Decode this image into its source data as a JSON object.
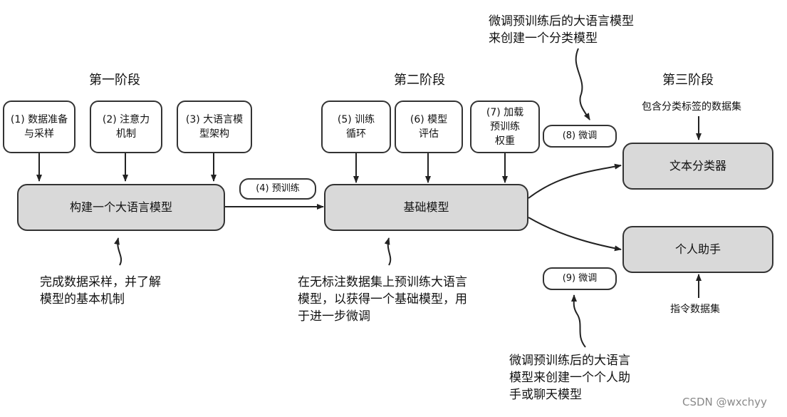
{
  "stages": {
    "stage1": "第一阶段",
    "stage2": "第二阶段",
    "stage3": "第三阶段"
  },
  "steps": {
    "s1": "(1) 数据准备\n与采样",
    "s2": "(2) 注意力\n机制",
    "s3": "(3) 大语言模\n型架构",
    "s4": "(4) 预训练",
    "s5": "(5) 训练\n循环",
    "s6": "(6) 模型\n评估",
    "s7": "(7) 加载\n预训练\n权重",
    "s8": "(8) 微调",
    "s9": "(9) 微调"
  },
  "models": {
    "build_llm": "构建一个大语言模型",
    "base_model": "基础模型",
    "text_classifier": "文本分类器",
    "personal_assistant": "个人助手"
  },
  "notes": {
    "top_right": "微调预训练后的大语言模型\n来创建一个分类模型",
    "stage1_note": "完成数据采样，并了解\n模型的基本机制",
    "stage2_note": "在无标注数据集上预训练大语言\n模型，以获得一个基础模型，用\n于进一步微调",
    "bottom_right": "微调预训练后的大语言\n模型来创建一个个人助\n手或聊天模型",
    "classifier_dataset": "包含分类标签的数据集",
    "instruction_dataset": "指令数据集"
  },
  "watermark": "CSDN @wxchyy"
}
